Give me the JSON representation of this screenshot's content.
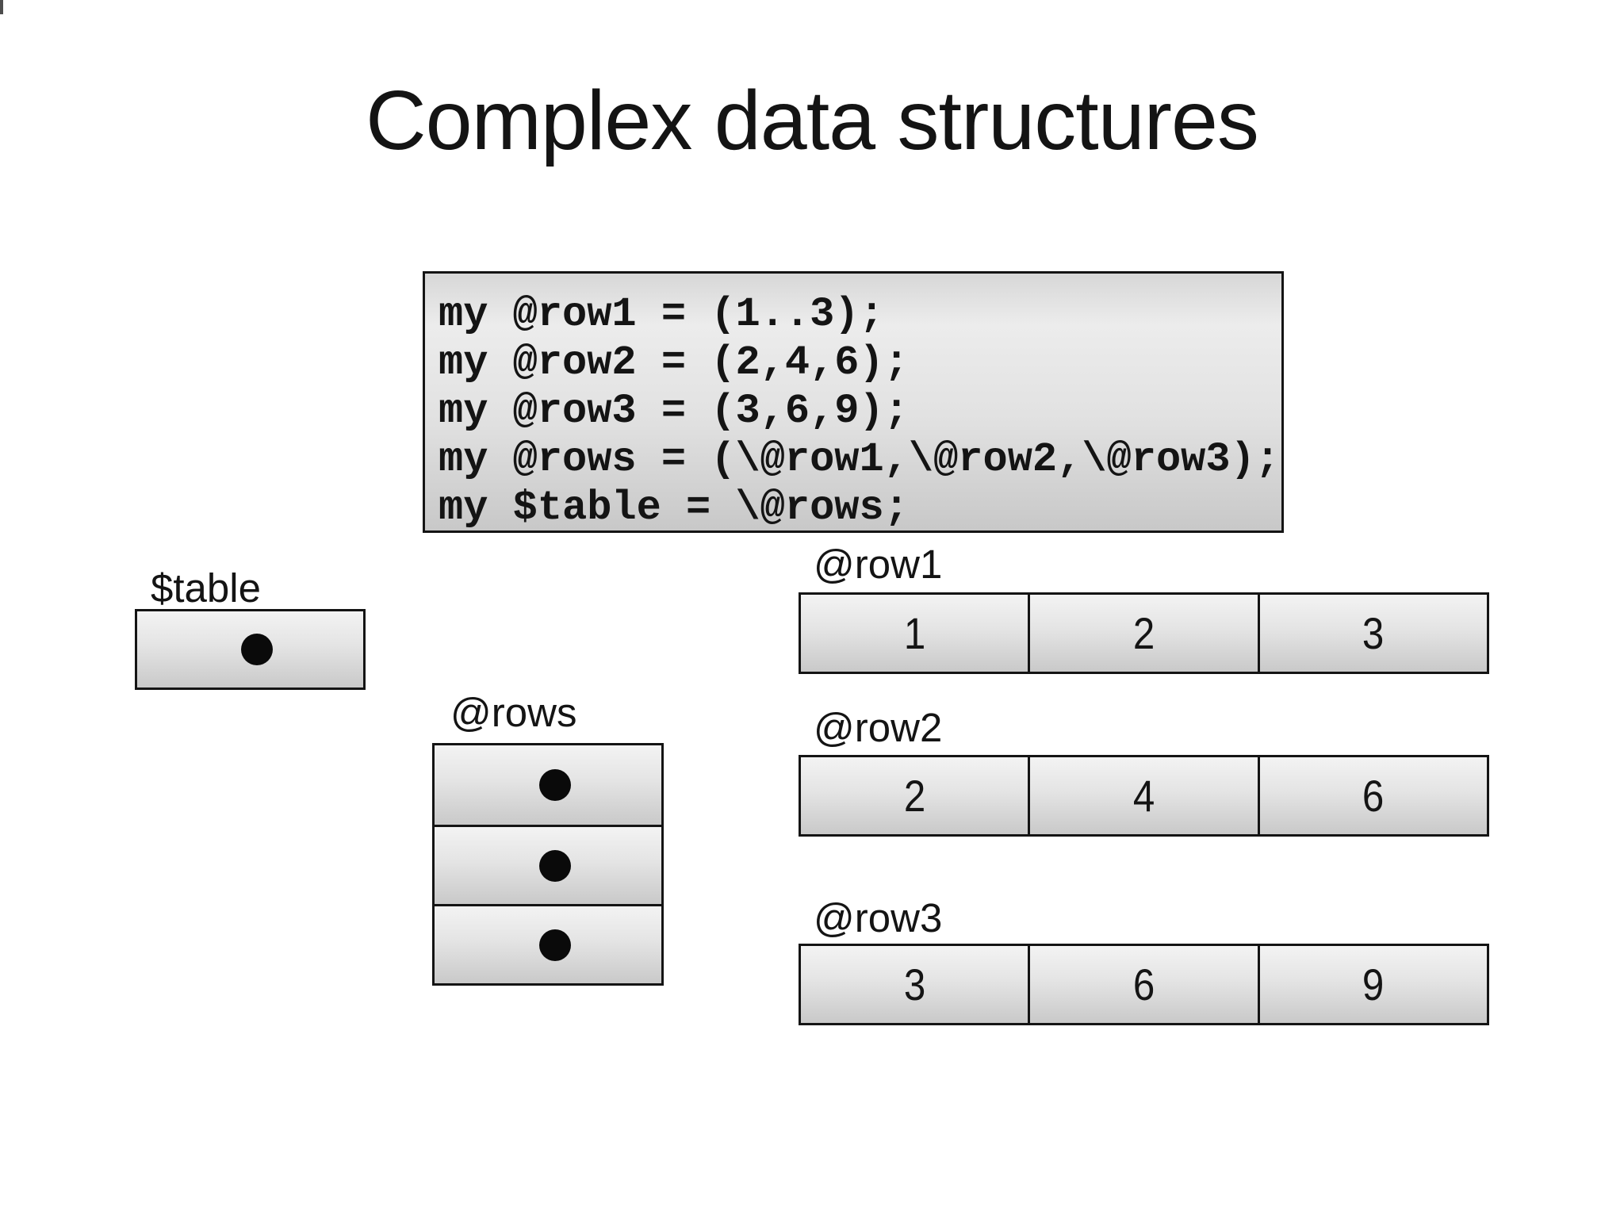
{
  "slide": {
    "title": "Complex data structures"
  },
  "code_box": {
    "language": "perl",
    "lines": [
      "my @row1 = (1..3);",
      "my @row2 = (2,4,6);",
      "my @row3 = (3,6,9);",
      "my @rows = (\\@row1,\\@row2,\\@row3);",
      "my $table = \\@rows;"
    ]
  },
  "scalar_var": {
    "label": "$table",
    "pointer_icon": "reference-dot"
  },
  "refs_array": {
    "label": "@rows",
    "pointer_cell_count": 3,
    "pointer_icon": "reference-dot"
  },
  "row_arrays": [
    {
      "label": "@row1",
      "values": [
        "1",
        "2",
        "3"
      ]
    },
    {
      "label": "@row2",
      "values": [
        "2",
        "4",
        "6"
      ]
    },
    {
      "label": "@row3",
      "values": [
        "3",
        "6",
        "9"
      ]
    }
  ],
  "colors": {
    "background": "#ffffff",
    "border": "#141414",
    "text": "#141414",
    "dot": "#0a0a0a",
    "cell_gradient_top": "#f3f3f3",
    "cell_gradient_bottom": "#c9c9c9"
  }
}
